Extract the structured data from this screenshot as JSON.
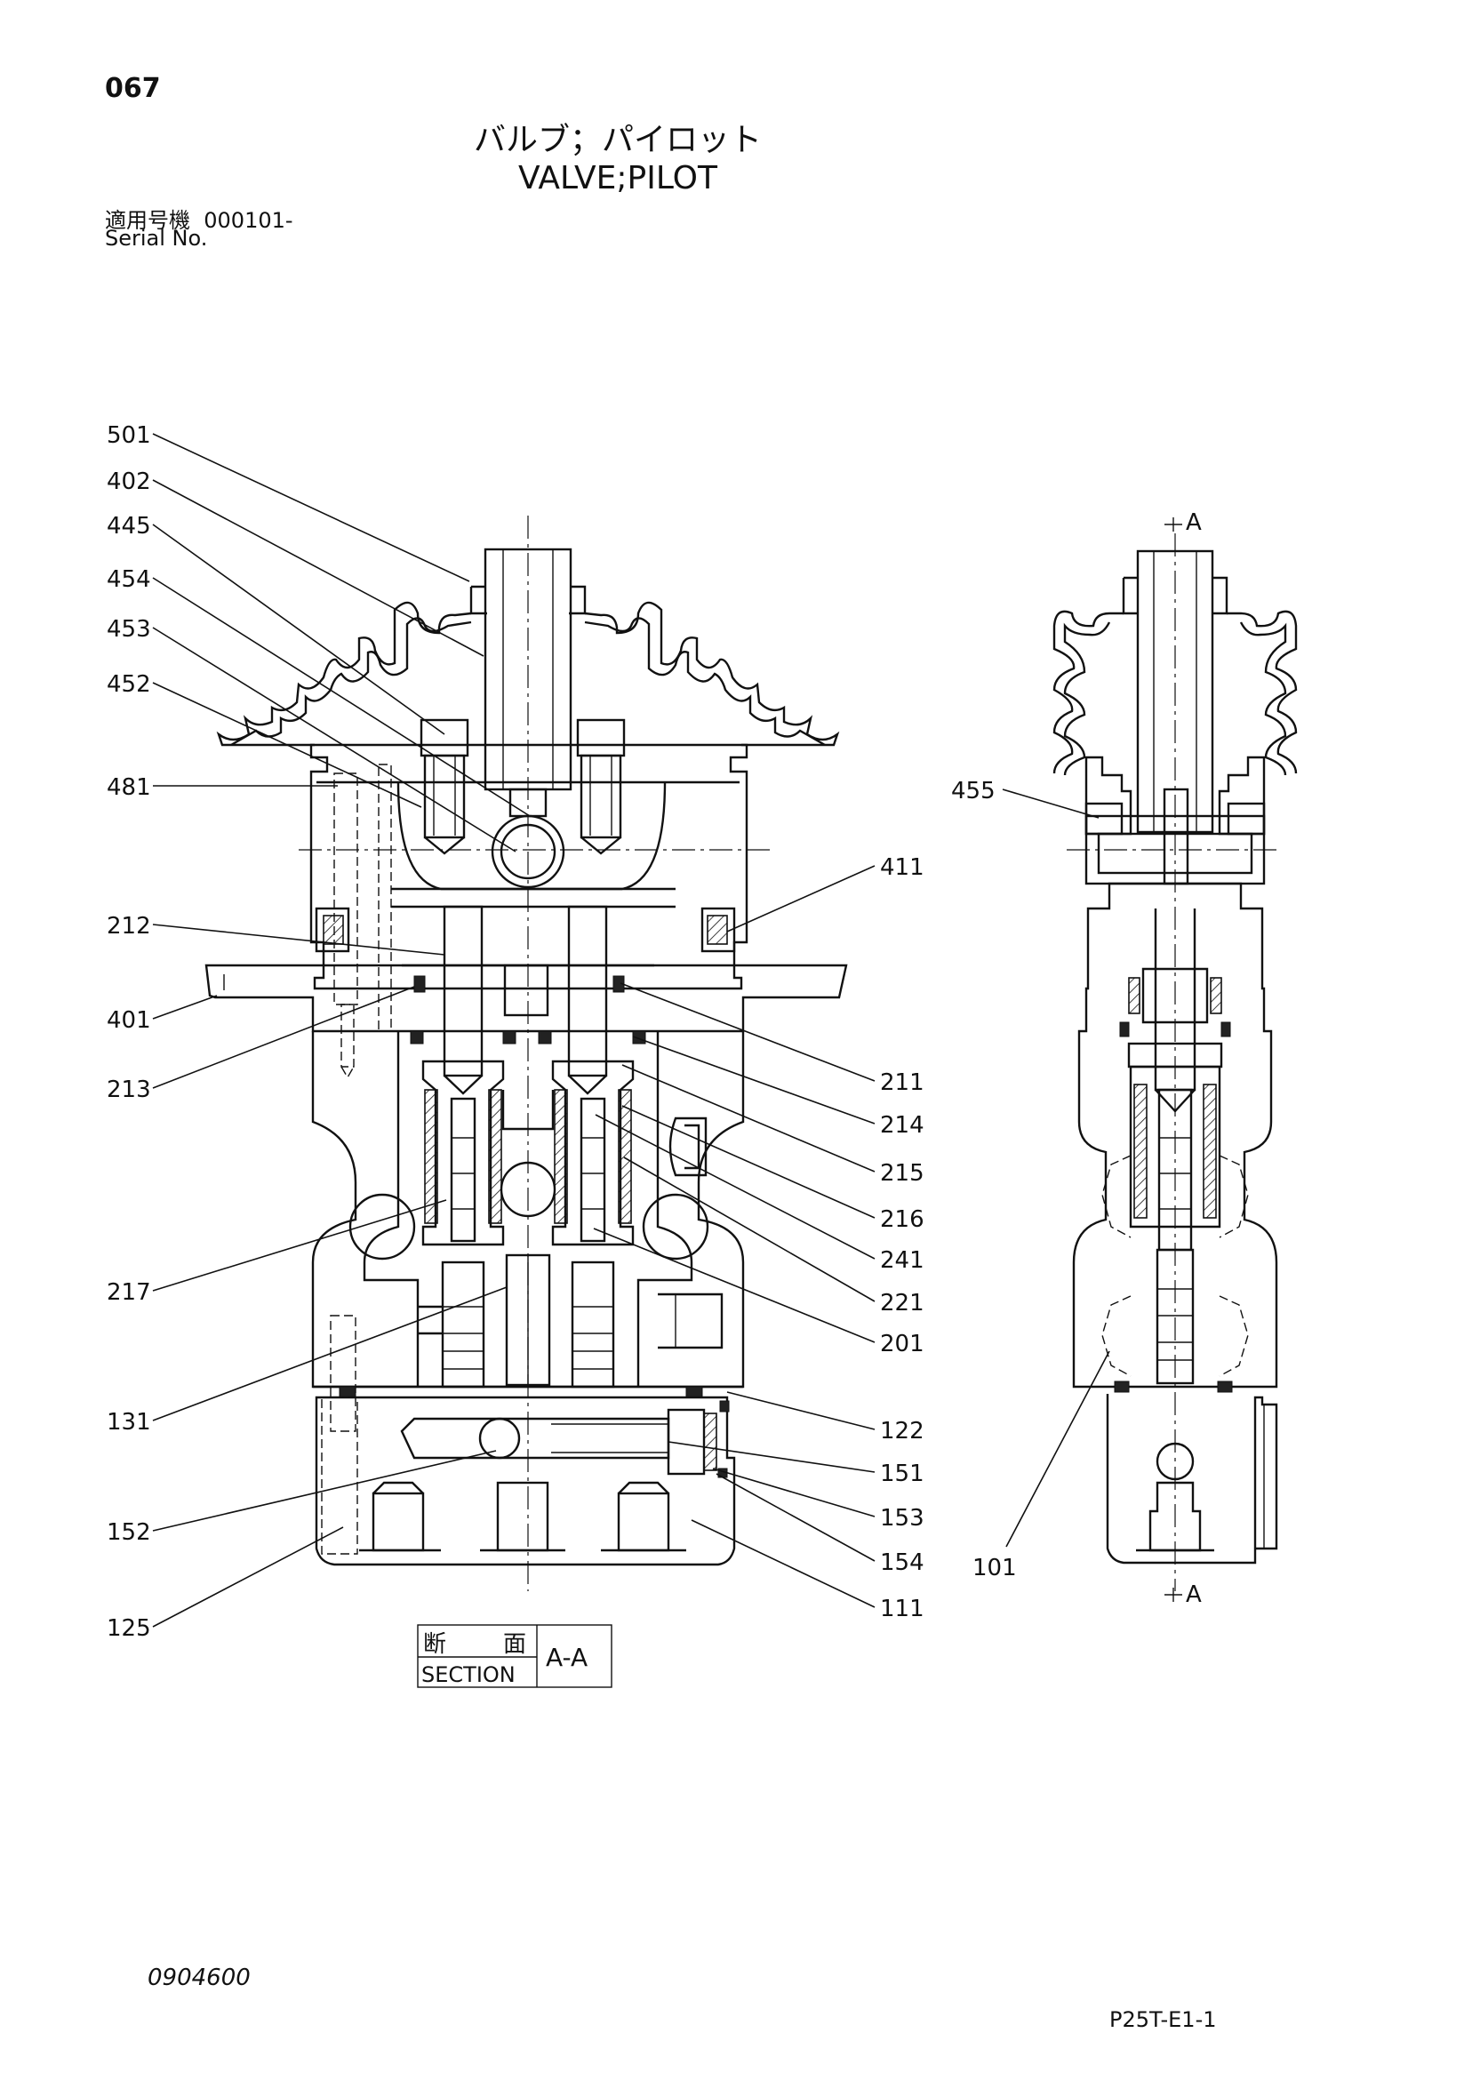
{
  "header": {
    "page_number": "067",
    "title_jp": "バルブ；パイロット",
    "title_en": "VALVE;PILOT",
    "serial_label_jp": "適用号機",
    "serial_value": "000101-",
    "serial_label_en": "Serial No."
  },
  "callouts": {
    "c501": "501",
    "c402": "402",
    "c445": "445",
    "c454": "454",
    "c453": "453",
    "c452": "452",
    "c481": "481",
    "c212": "212",
    "c401": "401",
    "c213": "213",
    "c217": "217",
    "c131": "131",
    "c152": "152",
    "c125": "125",
    "c411": "411",
    "c211": "211",
    "c214": "214",
    "c215": "215",
    "c216": "216",
    "c241": "241",
    "c221": "221",
    "c201": "201",
    "c122": "122",
    "c151": "151",
    "c153": "153",
    "c154": "154",
    "c111": "111",
    "c455": "455",
    "c101": "101"
  },
  "section_marker": {
    "top_label": "A",
    "bottom_label": "A"
  },
  "section_box": {
    "label_jp_1": "断",
    "label_jp_2": "面",
    "label_en": "SECTION",
    "id": "A-A"
  },
  "footer": {
    "doc_number": "0904600",
    "sheet_code": "P25T-E1-1"
  }
}
